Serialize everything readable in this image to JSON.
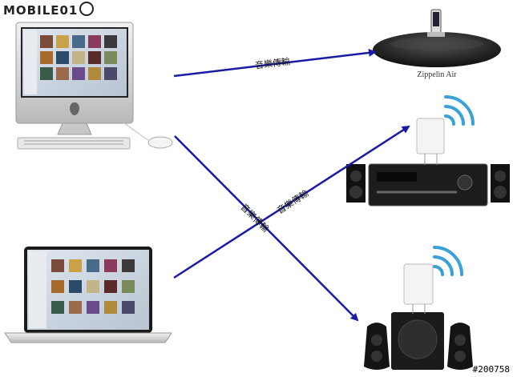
{
  "branding": {
    "logo_text": "MOBILE01"
  },
  "devices": {
    "speaker_dock": {
      "caption": "Zippelin Air"
    }
  },
  "connections": [
    {
      "from": "imac",
      "to": "zeppelin-air",
      "label": "音樂傳輸"
    },
    {
      "from": "macbook",
      "to": "av-receiver",
      "label": "音樂傳輸"
    },
    {
      "from": "imac",
      "to": "pc-speakers",
      "label": "音樂傳輸"
    }
  ],
  "watermark": {
    "text": "#200758"
  },
  "colors": {
    "arrow": "#1a1aa8",
    "wifi": "#3aa0d8"
  }
}
